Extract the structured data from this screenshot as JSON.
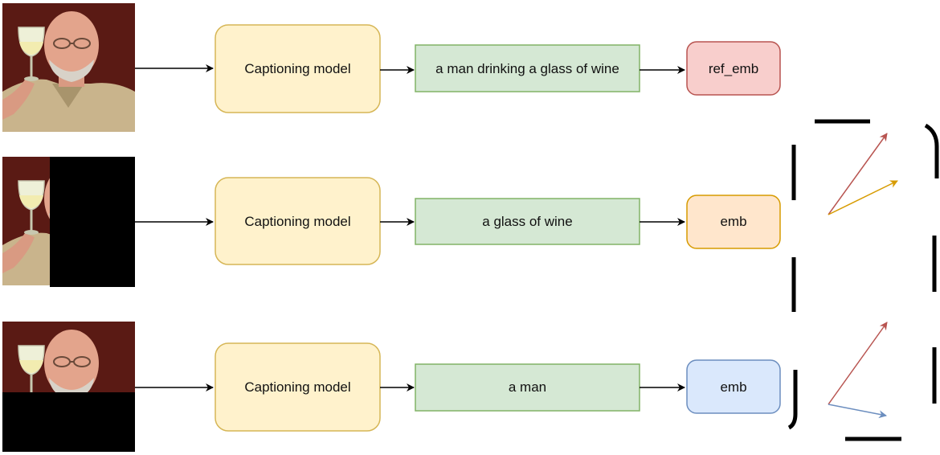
{
  "colors": {
    "captioning_fill": "#fff2cc",
    "captioning_stroke": "#d6b656",
    "caption_fill": "#d5e8d4",
    "caption_stroke": "#82b366",
    "ref_emb_fill": "#f8cecc",
    "ref_emb_stroke": "#b85450",
    "emb_orange_fill": "#ffe6cc",
    "emb_orange_stroke": "#d79b00",
    "emb_blue_fill": "#dae8fc",
    "emb_blue_stroke": "#6c8ebf",
    "vector_red": "#b85450",
    "vector_orange": "#d79b00",
    "vector_blue": "#6c8ebf",
    "arrow": "#000000",
    "mask": "#000000",
    "photo_background": "#5a1a14"
  },
  "rows": [
    {
      "image_label": "photo of a man holding a glass of wine",
      "mask": "none",
      "model_label": "Captioning model",
      "caption": "a man drinking a glass of wine",
      "embedding_label": "ref_emb",
      "embedding_style": "red"
    },
    {
      "image_label": "same photo with the right part masked in black",
      "mask": "right",
      "model_label": "Captioning model",
      "caption": "a glass of wine",
      "embedding_label": "emb",
      "embedding_style": "orange"
    },
    {
      "image_label": "same photo with the bottom part masked in black",
      "mask": "bottom",
      "model_label": "Captioning model",
      "caption": "a man",
      "embedding_label": "emb",
      "embedding_style": "blue"
    }
  ]
}
